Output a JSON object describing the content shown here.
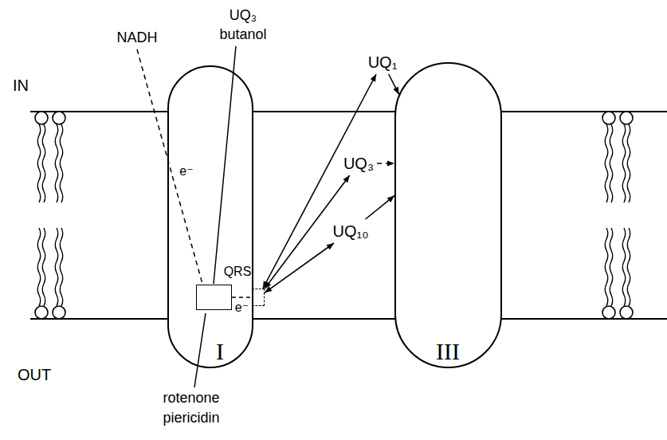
{
  "diagram": {
    "nodes": [
      {
        "text": [
          "I"
        ]
      },
      {
        "text": [
          "UQ"
        ],
        "in": 0
      },
      {
        "text": [
          "QRS"
        ],
        "in": 0
      },
      {
        "text": [
          "UQ₁"
        ]
      },
      {
        "text": [
          "UQ₃"
        ]
      },
      {
        "text": [
          "UQ₁₀"
        ]
      },
      {
        "text": [
          "III"
        ]
      }
    ],
    "edges": [
      {
        "from": 1,
        "to": 2,
        "arrow": "none",
        "label": "e⁻"
      },
      {
        "from": 2,
        "to": 3,
        "arrow": "both"
      },
      {
        "from": 2,
        "to": 4,
        "arrow": "both"
      },
      {
        "from": 2,
        "to": 5,
        "arrow": "both"
      },
      {
        "from": 3,
        "to": 6,
        "arrow": "to"
      },
      {
        "from": 4,
        "to": 6,
        "arrow": "to"
      },
      {
        "from": 5,
        "to": 6,
        "arrow": "to"
      }
    ],
    "labels": [
      "IN",
      "OUT",
      "NADH",
      "e⁻",
      "UQ₃",
      "butanol",
      "rotenone",
      "piericidin"
    ]
  }
}
